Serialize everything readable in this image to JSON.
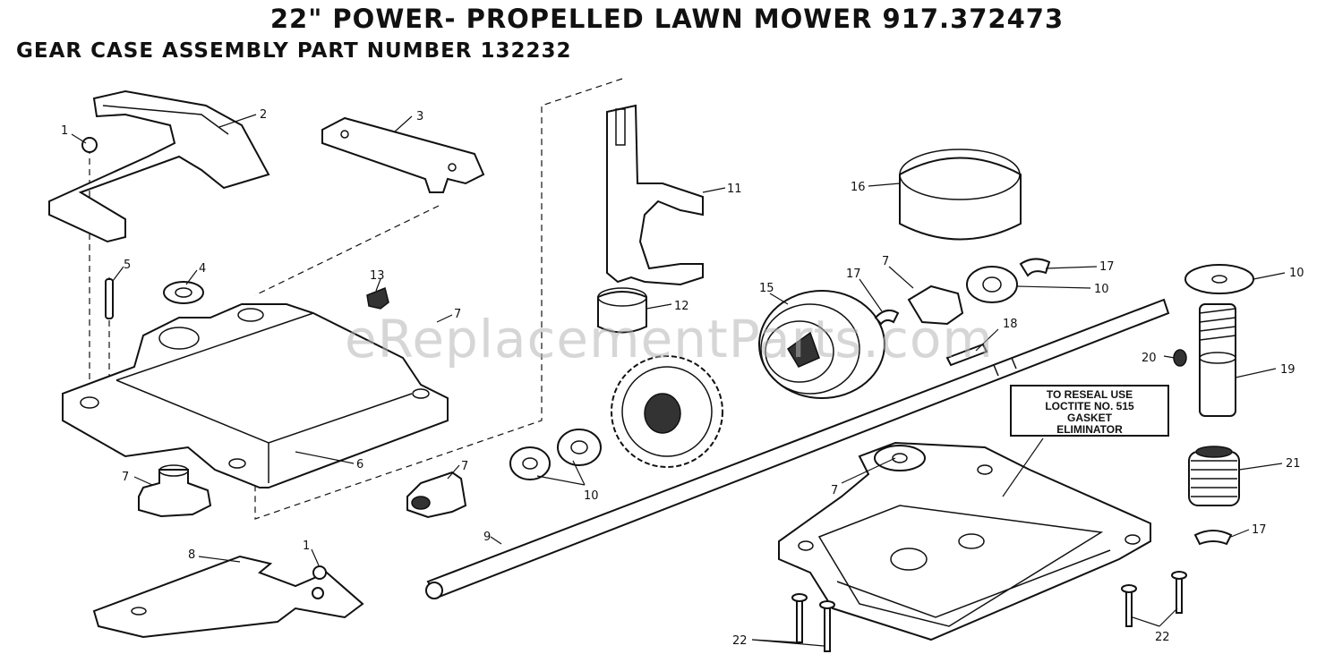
{
  "title": "22\" POWER- PROPELLED LAWN MOWER 917.372473",
  "subtitle": "GEAR CASE ASSEMBLY PART NUMBER 132232",
  "watermark": "eReplacementParts.com",
  "note": {
    "line1": "TO RESEAL USE",
    "line2": "LOCTITE NO. 515",
    "line3": "GASKET",
    "line4": "ELIMINATOR"
  },
  "callouts": {
    "c1a": "1",
    "c1b": "1",
    "c2": "2",
    "c3": "3",
    "c4": "4",
    "c5": "5",
    "c6": "6",
    "c8": "8",
    "c7a": "7",
    "c7b": "7",
    "c7c": "7",
    "c7d": "7",
    "c7e": "7",
    "c9": "9",
    "c10a": "10",
    "c10b": "10",
    "c10c": "10",
    "c11": "11",
    "c12": "12",
    "c13": "13",
    "c15": "15",
    "c16": "16",
    "c17a": "17",
    "c17b": "17",
    "c17c": "17",
    "c18": "18",
    "c19": "19",
    "c20": "20",
    "c21": "21",
    "c22a": "22",
    "c22b": "22"
  }
}
